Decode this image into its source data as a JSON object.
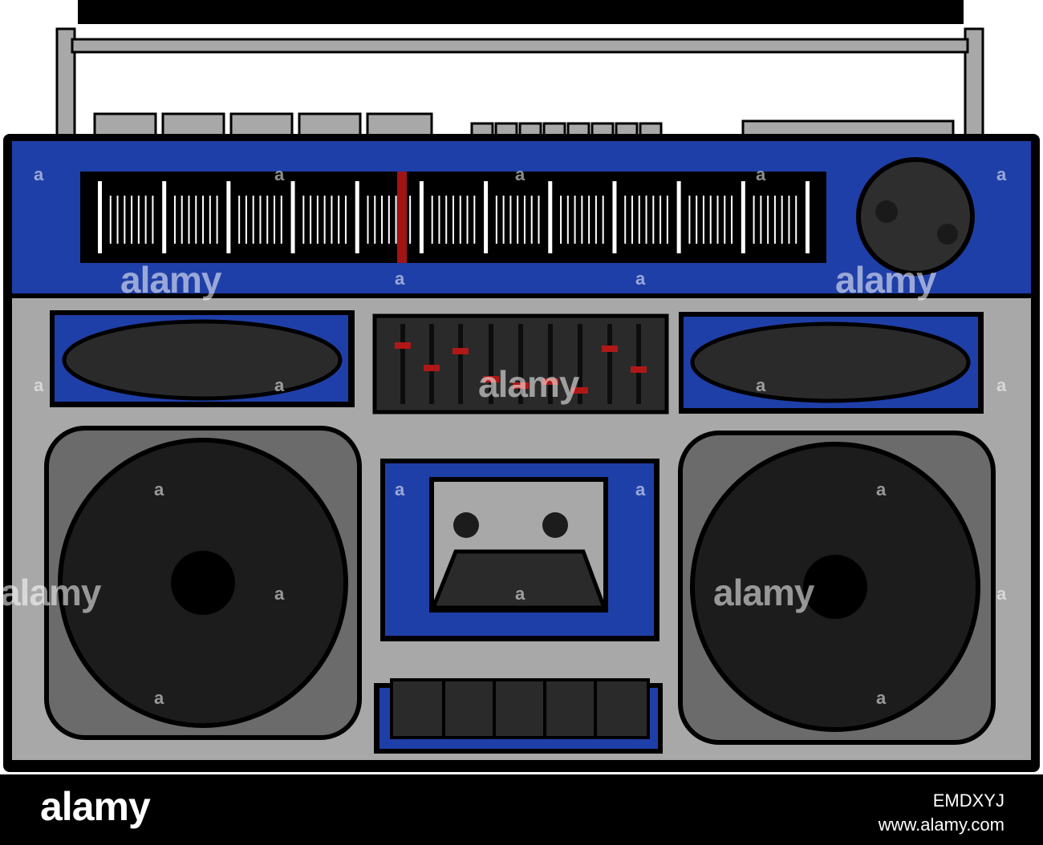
{
  "illustration": {
    "subject": "boombox",
    "colors": {
      "body": "#a8a8a8",
      "accent_blue": "#1f3fa8",
      "dark": "#2a2a2a",
      "speaker_surround": "#6b6b6b",
      "needle": "#a01414",
      "eq_marker": "#b01818",
      "outline": "#000000"
    }
  },
  "footer": {
    "brand": "alamy",
    "image_id": "EMDXYJ",
    "url": "www.alamy.com"
  },
  "watermark": {
    "text": "alamy",
    "letter": "a"
  }
}
